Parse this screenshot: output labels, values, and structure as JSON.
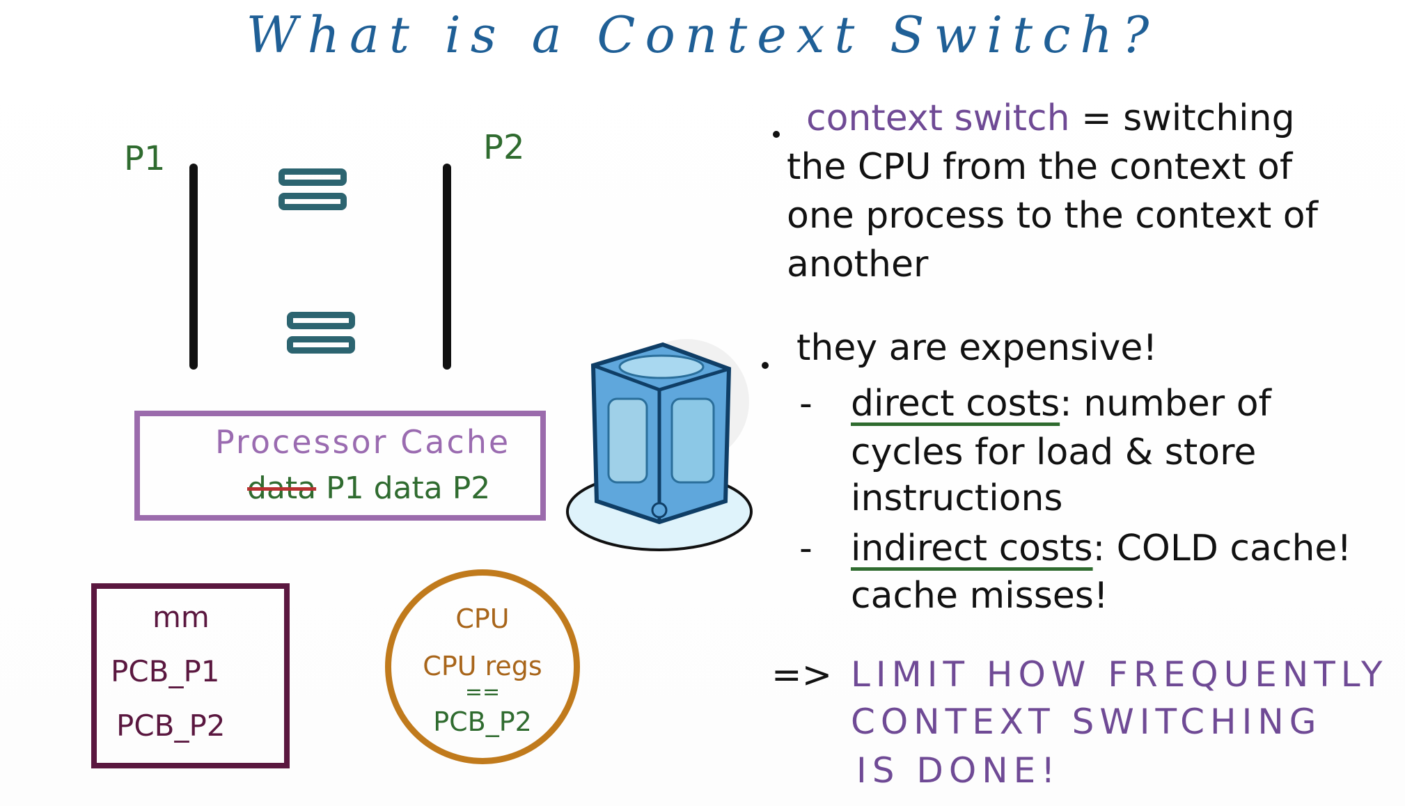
{
  "title": "What is a Context Switch?",
  "diagram": {
    "p1_label": "P1",
    "p2_label": "P2",
    "processor_cache": {
      "title": "Processor Cache",
      "struck_data": "data",
      "data_text": "P1 data P2"
    },
    "memory": {
      "label": "mm",
      "pcb1": "PCB_P1",
      "pcb2": "PCB_P2"
    },
    "cpu": {
      "label": "CPU",
      "regs": "CPU regs",
      "equals": "==",
      "pcb": "PCB_P2"
    }
  },
  "notes": {
    "b1_term": "context switch",
    "b1_def_line1": "= switching",
    "b1_line2": "the CPU from the context of",
    "b1_line3": "one process to the context of",
    "b1_line4": "another",
    "b2": "they are expensive!",
    "direct_term": "direct costs",
    "direct_rest": ": number of",
    "direct_line2": "cycles for load & store",
    "direct_line3": "instructions",
    "indirect_term": "indirect costs",
    "indirect_rest": ": COLD cache!",
    "indirect_line2": "cache misses!",
    "arrow": "=>",
    "conclusion_line1": "LIMIT HOW FREQUENTLY",
    "conclusion_line2": "CONTEXT SWITCHING",
    "conclusion_line3": "IS DONE!",
    "dash": "-"
  },
  "colors": {
    "title": "#1f5f96",
    "process_label": "#2f6b2f",
    "cache_box": "#9b6bac",
    "memory_box": "#5a173f",
    "cpu_circle": "#c07a1c",
    "highlight_purple": "#6f4a95"
  }
}
